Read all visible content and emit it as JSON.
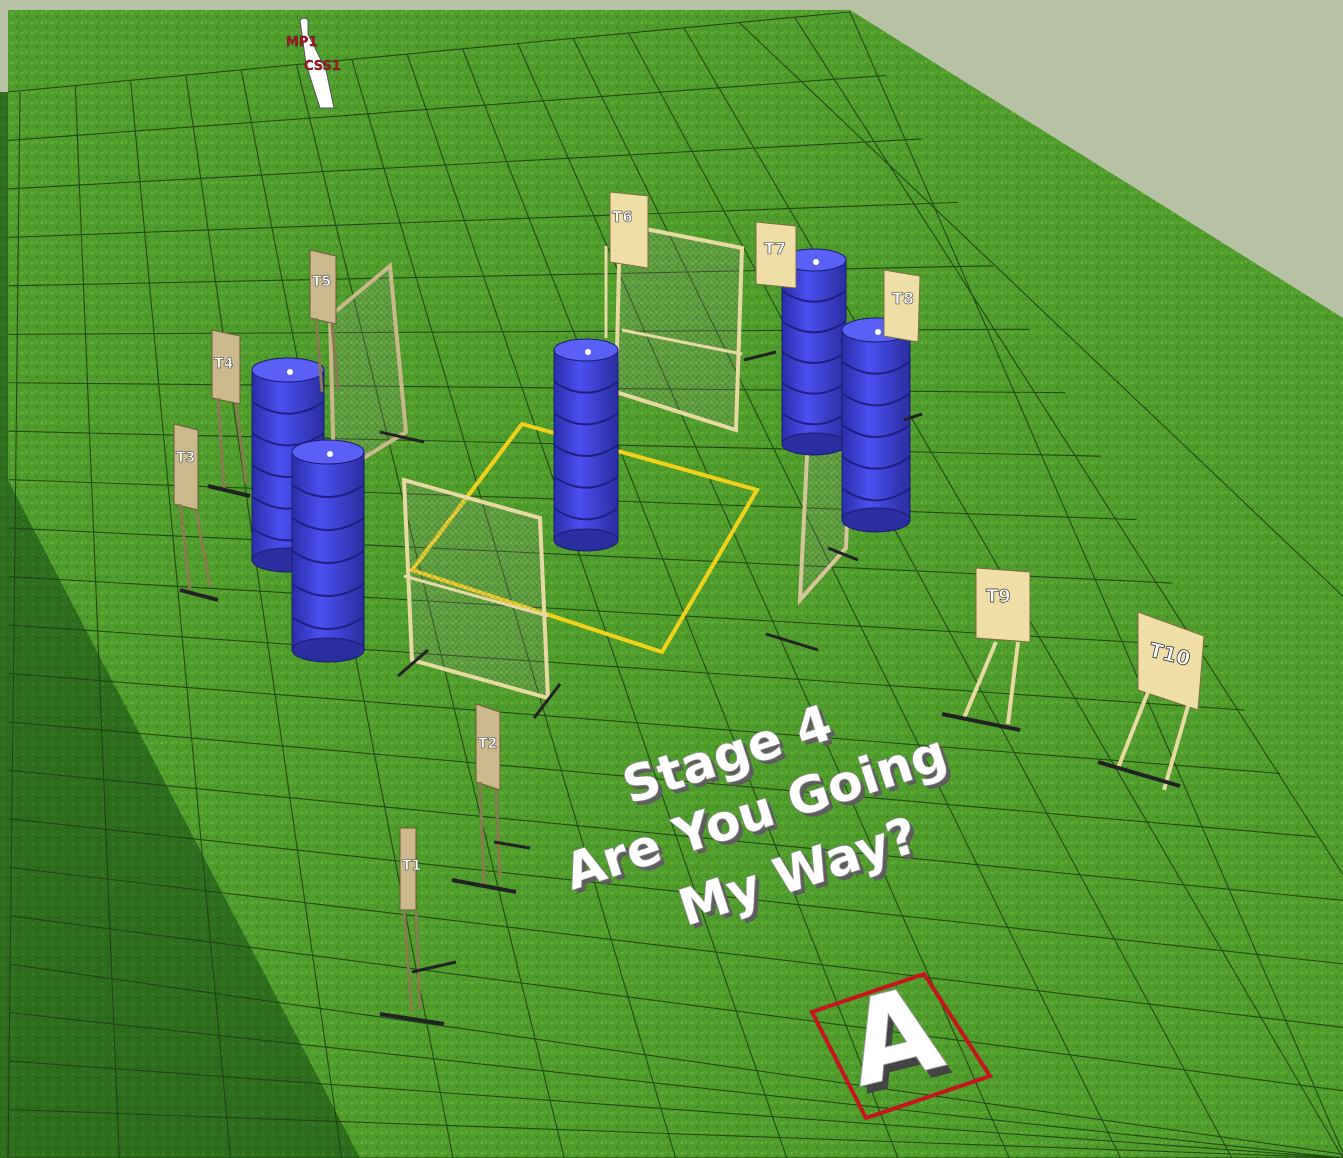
{
  "stage": {
    "title_line1": "Stage 4",
    "title_line2": "Are You Going",
    "title_line3": "My Way?"
  },
  "start_position": {
    "label": "A",
    "box_color": "#c4161c"
  },
  "props": {
    "mp1_label": "MP1",
    "css1_label": "CSS1",
    "prop_label_color": "#b3141a"
  },
  "targets": {
    "t1": "T1",
    "t2": "T2",
    "t3": "T3",
    "t4": "T4",
    "t5": "T5",
    "t6": "T6",
    "t7": "T7",
    "t8": "T8",
    "t9": "T9",
    "t10": "T10"
  },
  "colors": {
    "grass": "#4f9a2c",
    "grass_dark": "#2f6a1d",
    "gravel": "#b6c1a3",
    "barrel": "#3b3fd6",
    "fault_line": "#f2d11b",
    "target_light": "#efdfa6",
    "target_tan": "#cbb88d"
  }
}
